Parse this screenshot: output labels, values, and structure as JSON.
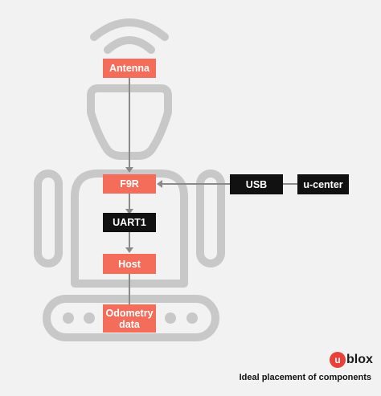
{
  "diagram": {
    "nodes": {
      "antenna": "Antenna",
      "f9r": "F9R",
      "uart1": "UART1",
      "host": "Host",
      "odometry": "Odometry data",
      "usb": "USB",
      "ucenter": "u-center"
    },
    "caption": "Ideal placement of components"
  },
  "brand": {
    "mark": "u",
    "name": "blox",
    "accent_color": "#e8413a",
    "node_color": "#f36d5a",
    "dark_color": "#111111",
    "outline_color": "#c8c8c8"
  }
}
